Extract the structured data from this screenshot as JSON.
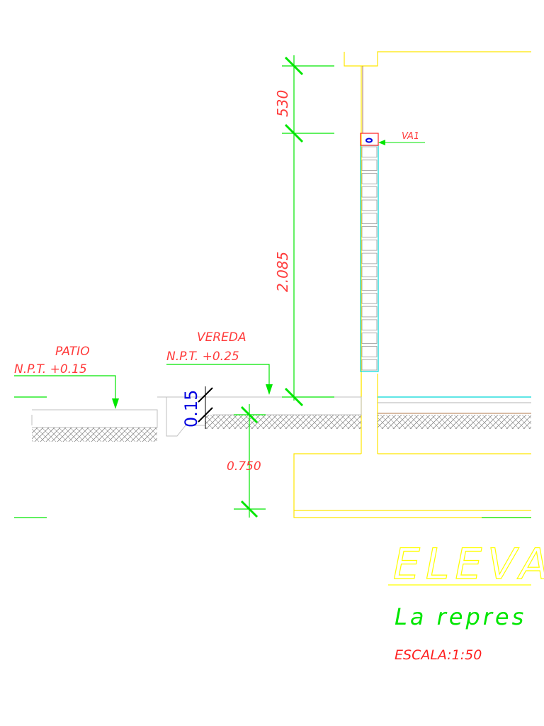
{
  "colors": {
    "background": "#ffffff",
    "dimension": "#00e600",
    "dimension_text": "#ff3b3b",
    "structure": "#ffe600",
    "glazing": "#00d8d8",
    "soil_hatch": "#808080",
    "small_dimension": "#0000e0",
    "wall_edge": "#b37a4a",
    "title_text": "#ffff00",
    "subtitle_text": "#00e600",
    "scale_text": "#ff1e1e"
  },
  "dimensions": {
    "top": "530",
    "height": "2.085",
    "foundation": "0.750",
    "step": "0.15"
  },
  "labels": {
    "window_tag": "VA1",
    "patio_name": "PATIO",
    "patio_level": "N.P.T. +0.15",
    "vereda_name": "VEREDA",
    "vereda_level": "N.P.T. +0.25"
  },
  "title_block": {
    "title": "ELEVA",
    "subtitle": "La repres",
    "scale": "ESCALA:1:50"
  },
  "icons": {
    "window_tag": "window-tag-icon",
    "arrow": "leader-arrow-icon",
    "tick": "dimension-tick-icon"
  }
}
